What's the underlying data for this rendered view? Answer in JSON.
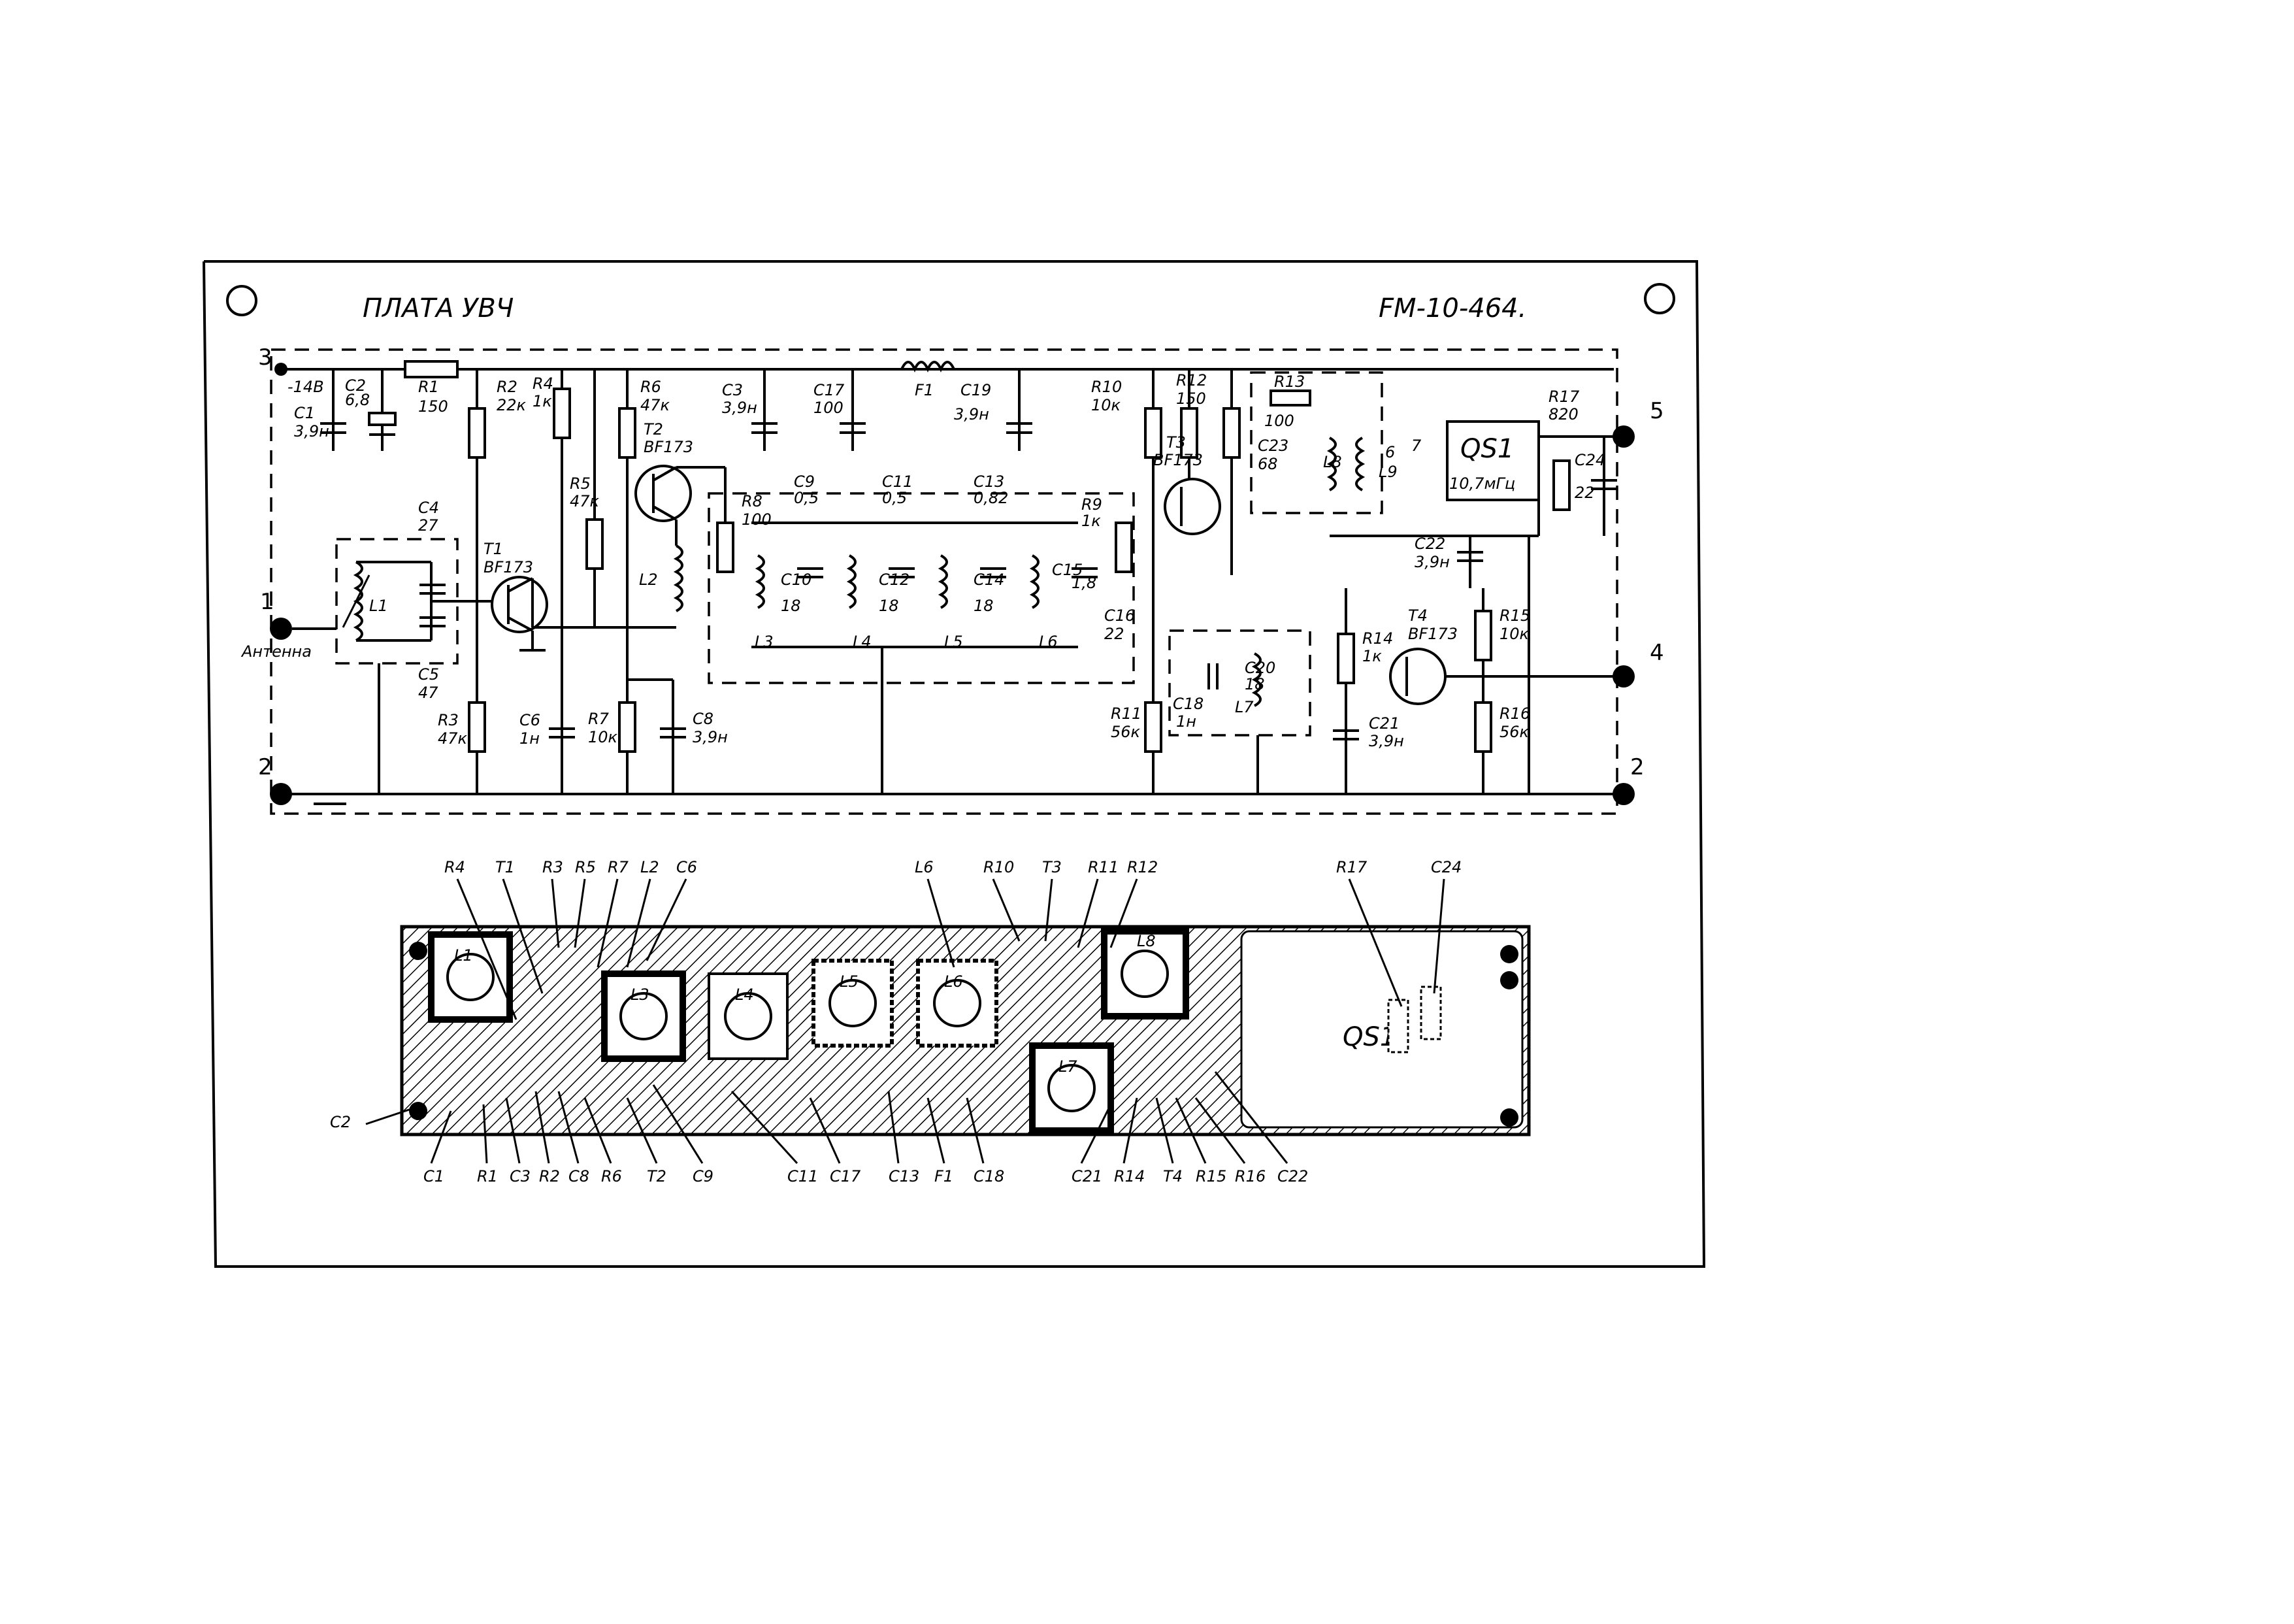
{
  "board_title": "ПЛАТА УВЧ",
  "board_code": "FM-10-464.",
  "pins": {
    "p3": "3",
    "p1": "1",
    "p2_left": "2",
    "p5": "5",
    "p4": "4",
    "p2_right": "2"
  },
  "antenna_label": "Антенна",
  "supply_label": "-14В",
  "components": {
    "c1": "C1",
    "c1_val": "3,9н",
    "c2": "C2",
    "c2_val": "6,8",
    "r1": "R1",
    "r1_val": "150",
    "r2": "R2",
    "r2_val": "22к",
    "r4": "R4",
    "r4_val": "1к",
    "r6": "R6",
    "r6_val": "47к",
    "t2": "T2",
    "t2_type": "BF173",
    "c3": "C3",
    "c3_val": "3,9н",
    "c17": "C17",
    "c17_val": "100",
    "f1": "F1",
    "c19": "C19",
    "c19_val": "3,9н",
    "r10": "R10",
    "r10_val": "10к",
    "r12": "R12",
    "r12_val": "150",
    "r13": "R13",
    "r13_val": "100",
    "c23": "C23",
    "c23_val": "68",
    "r17": "R17",
    "r17_val": "820",
    "qs1": "QS1",
    "qs1_val": "10,7мГц",
    "c24": "C24",
    "c24_val": "22",
    "c4": "C4",
    "c4_val": "27",
    "c5": "C5",
    "c5_val": "47",
    "l1": "L1",
    "t1": "T1",
    "t1_type": "BF173",
    "r5": "R5",
    "r5_val": "47к",
    "l2": "L2",
    "r8": "R8",
    "r8_val": "100",
    "c9": "C9",
    "c9_val": "0,5",
    "c11": "C11",
    "c11_val": "0,5",
    "c13": "C13",
    "c13_val": "0,82",
    "r9": "R9",
    "r9_val": "1к",
    "t3": "T3",
    "t3_type": "BF173",
    "c10": "C10",
    "c10_val": "18",
    "c12": "C12",
    "c12_val": "18",
    "c14": "C14",
    "c14_val": "18",
    "c15": "C15",
    "c15_val": "1,8",
    "c16": "C16",
    "c16_val": "22",
    "l3": "L3",
    "l4": "L4",
    "l5": "L5",
    "l6": "L6",
    "l7": "L7",
    "l8": "L8",
    "l9": "L9",
    "c22": "C22",
    "c22_val": "3,9н",
    "r15": "R15",
    "r15_val": "10к",
    "r14": "R14",
    "r14_val": "1к",
    "t4": "T4",
    "t4_type": "BF173",
    "c20": "C20",
    "c20_val": "18",
    "c18": "C18",
    "c18_val": "1н",
    "r11": "R11",
    "r11_val": "56к",
    "c21": "C21",
    "c21_val": "3,9н",
    "r16": "R16",
    "r16_val": "56к",
    "r3": "R3",
    "r3_val": "47к",
    "c6": "C6",
    "c6_val": "1н",
    "r7": "R7",
    "r7_val": "10к",
    "c8": "C8",
    "c8_val": "3,9н",
    "pin6": "6",
    "pin7": "7"
  },
  "layout_labels": {
    "top": [
      "R4",
      "T1",
      "R3",
      "R5",
      "R7",
      "L2",
      "C6",
      "L6",
      "R10",
      "T3",
      "R11",
      "R12",
      "R17",
      "C24"
    ],
    "bottom": [
      "C1",
      "R1",
      "C3",
      "R2",
      "C8",
      "R6",
      "T2",
      "C9",
      "C11",
      "C17",
      "C13",
      "F1",
      "C18",
      "C21",
      "R14",
      "T4",
      "R15",
      "R16",
      "C22"
    ],
    "left": "C2",
    "qs1": "QS1"
  },
  "coil_labels": {
    "l1": "L1",
    "l3": "L3",
    "l4": "L4",
    "l5": "L5",
    "l6": "L6",
    "l7": "L7",
    "l8": "L8"
  }
}
